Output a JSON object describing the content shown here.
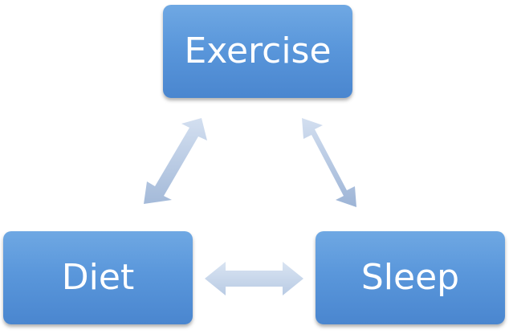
{
  "nodes": {
    "exercise": {
      "label": "Exercise"
    },
    "diet": {
      "label": "Diet"
    },
    "sleep": {
      "label": "Sleep"
    }
  },
  "colors": {
    "node_top": "#6fa8e3",
    "node_bottom": "#4a86cf",
    "node_text": "#ffffff",
    "arrow_light": "#cfdcef",
    "arrow_dark": "#9fb6d8"
  },
  "arrows": [
    {
      "from": "exercise",
      "to": "diet",
      "direction": "both"
    },
    {
      "from": "exercise",
      "to": "sleep",
      "direction": "both"
    },
    {
      "from": "diet",
      "to": "sleep",
      "direction": "both"
    }
  ]
}
